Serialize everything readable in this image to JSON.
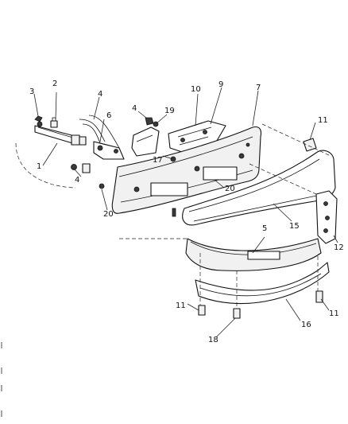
{
  "diagram": {
    "callouts": {
      "c1": "1",
      "c2": "2",
      "c3": "3",
      "c4a": "4",
      "c4b": "4",
      "c4c": "4",
      "c5": "5",
      "c6": "6",
      "c7": "7",
      "c9": "9",
      "c10": "10",
      "c11a": "11",
      "c11b": "11",
      "c11c": "11",
      "c12": "12",
      "c15": "15",
      "c16": "16",
      "c17": "17",
      "c18": "18",
      "c19": "19",
      "c20a": "20",
      "c20b": "20"
    }
  }
}
